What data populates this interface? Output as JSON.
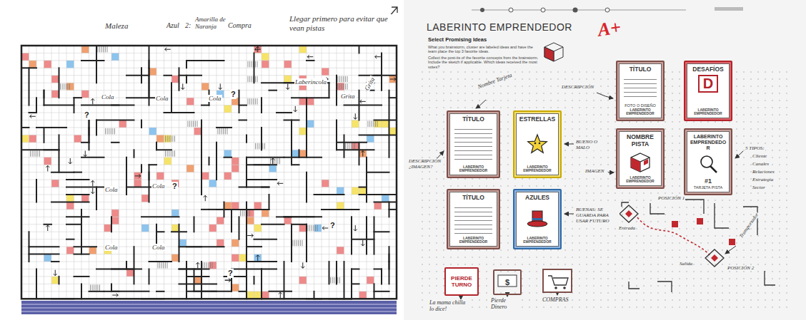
{
  "diagram": {
    "title": "LABERINTO EMPRENDEDOR",
    "nodes": [
      {
        "text": [
          "TÍTULO",
          "LABERINTO EMPRENDEDOR"
        ]
      },
      {
        "text": [
          "ESTRELLAS",
          "LABERINTO EMPRENDEDOR"
        ]
      },
      {
        "text": [
          "TÍTULO",
          "LABERINTO EMPRENDEDOR"
        ]
      },
      {
        "text": [
          "AZULES",
          "LABERINTO EMPRENDEDOR"
        ]
      },
      {
        "text": [
          "TÍTULO",
          "FOTO O DISEÑO",
          "LABERINTO EMPRENDEDOR"
        ]
      },
      {
        "text": [
          "DESAFÍOS",
          "D",
          "LABERINTO EMPRENDEDOR"
        ]
      },
      {
        "text": [
          "NOMBRE PISTA",
          "LABERINTO EMPRENDEDOR"
        ]
      },
      {
        "text": [
          "LABERINTO EMPRENDEDOR",
          "#1",
          "TARJETA PISTA"
        ]
      },
      {
        "text": [
          "PIERDE TURNO"
        ]
      },
      {
        "text": [
          "$"
        ]
      }
    ],
    "labels": [
      "Maleza",
      "Azul",
      "2:",
      "Amarilla de Naranja",
      "Compra",
      "Llegar primero para evitar que vean pistas",
      "Cola",
      "Cola",
      "Cola",
      "Laberincola",
      "Grita",
      "Grita",
      "Cola",
      "Cola",
      "Cola",
      "Cola",
      "?",
      "?",
      "?",
      "?",
      "?",
      "Select Promising Ideas",
      "What you brainstorm, cluster are labeled ideas and have the team place the top 3 favorite ideas.",
      "Collect the post-its of the favorite concepts from the brainstorm. Include the sketch if applicable. Which ideas received the most votes?",
      "A+",
      "Nombre Tarjeta",
      "DESCRIPCIÓN ¿IMAGEN?",
      "BUENO O MALO",
      "BUENAS: SE GUARDA PARA USAR FUTURO",
      "DESCRIPCIÓN",
      "IMAGEN",
      "5 TIPOS:",
      "Cliente",
      "Canales",
      "Relaciones",
      "Estrategia",
      "Sector",
      "POSICIÓN 1",
      "POSICIÓN 2",
      "Entrada",
      "Salida",
      "Transportador",
      "La mama chilla lo dice!",
      "Pierde Dinero",
      "COMPRAS"
    ]
  }
}
